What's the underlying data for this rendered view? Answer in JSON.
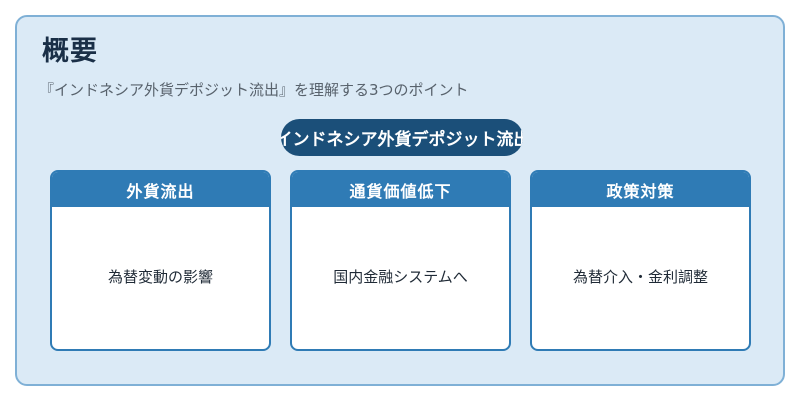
{
  "title": "概要",
  "subtitle": "『インドネシア外貨デポジット流出』を理解する3つのポイント",
  "center_topic": "インドネシア外貨デポジット流出",
  "cards": [
    {
      "header": "外貨流出",
      "body": "為替変動の影響"
    },
    {
      "header": "通貨価値低下",
      "body": "国内金融システムへ"
    },
    {
      "header": "政策対策",
      "body": "為替介入・金利調整"
    }
  ],
  "colors": {
    "panel_background": "#dbeaf6",
    "panel_border": "#7fb0d6",
    "pill": "#1b4f79",
    "card_header": "#2f7bb5",
    "title_text": "#1a2f47"
  }
}
